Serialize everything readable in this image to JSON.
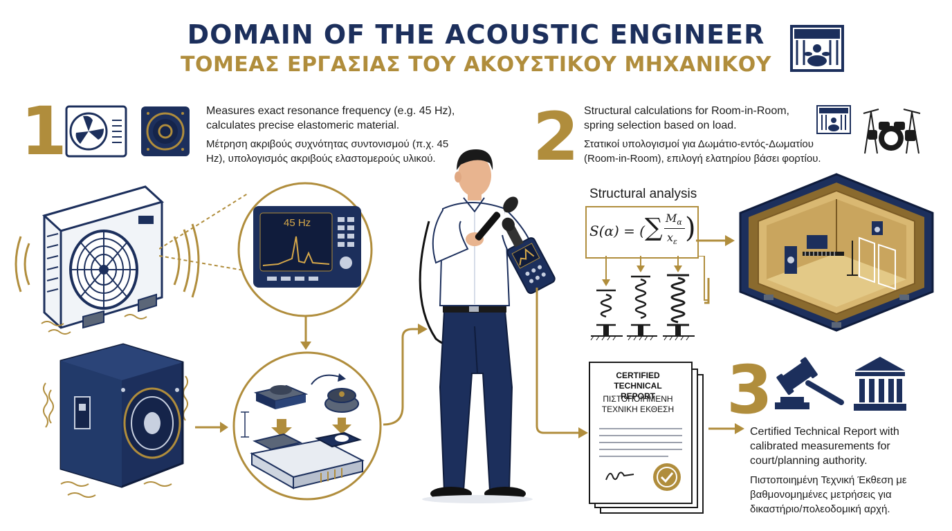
{
  "header": {
    "title_en": "DOMAIN OF THE ACOUSTIC ENGINEER",
    "title_el": "ΤΟΜΕΑΣ ΕΡΓΑΣΙΑΣ ΤΟΥ ΑΚΟΥΣΤΙΚΟΥ ΜΗΧΑΝΙΚΟΥ"
  },
  "section1": {
    "number": "1",
    "text_en_line1": "Measures exact resonance frequency (e.g. 45 Hz),",
    "text_en_line2": "calculates precise elastomeric material.",
    "text_el_line1": "Μέτρηση ακριβούς συχνότητας συντονισμού (π.χ. 45",
    "text_el_line2": "Hz), υπολογισμός ακριβούς ελαστομερούς υλικού.",
    "analyzer_readout": "45 Hz"
  },
  "section2": {
    "number": "2",
    "text_en_line1": "Structural calculations for Room-in-Room,",
    "text_en_line2": "spring selection based on load.",
    "text_el_line1": "Στατικοί υπολογισμοί για Δωμάτιο-εντός-Δωματίου",
    "text_el_line2": "(Room-in-Room), επιλογή ελατηρίου βάσει φορτίου.",
    "analysis_label": "Structural analysis",
    "formula_lhs": "S(α) = (",
    "formula_sum": "∑",
    "formula_num": "M",
    "formula_num_sub": "α",
    "formula_den": "x",
    "formula_den_sub": "ε",
    "formula_close": ")"
  },
  "section3": {
    "number": "3",
    "doc_title_en_line1": "CERTIFIED TECHNICAL",
    "doc_title_en_line2": "REPORT",
    "doc_title_el_line1": "ΠΙΣΤΟΠΟΙΗΜΕΝΗ",
    "doc_title_el_line2": "ΤΕΧΝΙΚΗ ΕΚΘΕΣΗ",
    "text_en_line1": "Certified Technical Report with",
    "text_en_line2": "calibrated measurements for",
    "text_en_line3": "court/planning authority.",
    "text_el_line1": "Πιστοποιημένη Τεχνική Έκθεση με",
    "text_el_line2": "βαθμονομημένες μετρήσεις για",
    "text_el_line3": "δικαστήριο/πολεοδομική αρχή."
  },
  "colors": {
    "navy": "#1c2f5c",
    "gold": "#b08d3c",
    "text": "#1a1a1a"
  },
  "icons": [
    "studio-icon",
    "ac-unit-icon",
    "speaker-icon",
    "drum-kit-icon",
    "gavel-icon",
    "courthouse-icon",
    "seal-icon",
    "spring-icon"
  ]
}
